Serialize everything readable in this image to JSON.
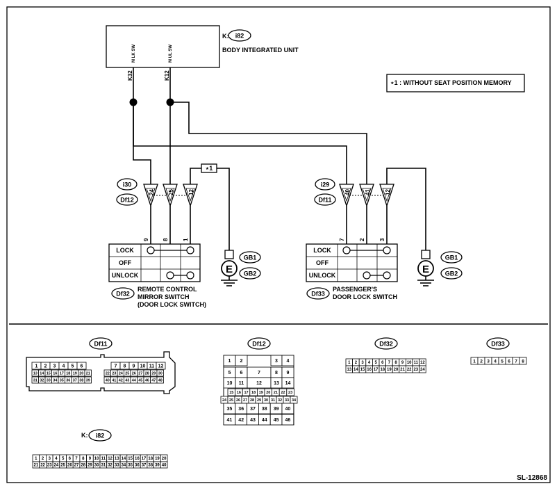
{
  "biu": {
    "code_prefix": "K:",
    "code": "i82",
    "name": "BODY INTEGRATED UNIT",
    "pin_a_label": "M LK SW",
    "pin_b_label": "M UL SW",
    "pin_a": "K32",
    "pin_b": "K12"
  },
  "legend": {
    "note": "⋆1  : WITHOUT SEAT POSITION MEMORY"
  },
  "fuse_mark": "⋆1",
  "left_connector": {
    "code_a": "i30",
    "code_b": "Df12",
    "pins": [
      "24",
      "25",
      "12"
    ]
  },
  "right_connector": {
    "code_a": "i29",
    "code_b": "Df11",
    "pins": [
      "40",
      "41",
      "12"
    ]
  },
  "left_switch": {
    "code": "Df32",
    "name_lines": [
      "REMOTE CONTROL",
      "MIRROR SWITCH",
      "(DOOR LOCK SWITCH)"
    ],
    "pins": [
      "9",
      "8",
      "1"
    ],
    "rows": [
      "LOCK",
      "OFF",
      "UNLOCK"
    ]
  },
  "right_switch": {
    "code": "Df33",
    "name_lines": [
      "PASSENGER'S",
      "DOOR LOCK SWITCH"
    ],
    "pins": [
      "7",
      "2",
      "3"
    ],
    "rows": [
      "LOCK",
      "OFF",
      "UNLOCK"
    ]
  },
  "grounds": {
    "ground_symbol": "E",
    "code_a": "GB1",
    "code_b": "GB2"
  },
  "connectors": {
    "df11": {
      "title": "Df11",
      "top_left": [
        "1",
        "2",
        "3",
        "4",
        "5",
        "6"
      ],
      "top_right": [
        "7",
        "8",
        "9",
        "10",
        "11",
        "12"
      ],
      "mid_left": [
        "13",
        "14",
        "15",
        "16",
        "17",
        "18",
        "19",
        "20",
        "21"
      ],
      "mid_right": [
        "22",
        "23",
        "24",
        "25",
        "26",
        "27",
        "28",
        "29",
        "30"
      ],
      "bot_left": [
        "31",
        "32",
        "33",
        "34",
        "35",
        "36",
        "37",
        "38",
        "39"
      ],
      "bot_right": [
        "40",
        "41",
        "42",
        "43",
        "44",
        "45",
        "46",
        "47",
        "48"
      ]
    },
    "df12": {
      "title": "Df12",
      "r1": [
        "1",
        "2",
        "3",
        "4"
      ],
      "r2": [
        "5",
        "6",
        "7",
        "8",
        "9"
      ],
      "r3": [
        "10",
        "11",
        "12",
        "13",
        "14"
      ],
      "r4": [
        "15",
        "16",
        "17",
        "18",
        "19",
        "20",
        "21",
        "22",
        "23"
      ],
      "r5": [
        "24",
        "25",
        "26",
        "27",
        "28",
        "29",
        "30",
        "31",
        "32",
        "33",
        "34"
      ],
      "r6": [
        "35",
        "36",
        "37",
        "38",
        "39",
        "40"
      ],
      "r7": [
        "41",
        "42",
        "43",
        "44",
        "45",
        "46"
      ]
    },
    "df32": {
      "title": "Df32",
      "top": [
        "1",
        "2",
        "3",
        "4",
        "5",
        "6",
        "7",
        "8",
        "9",
        "10",
        "11",
        "12"
      ],
      "bot": [
        "13",
        "14",
        "15",
        "16",
        "17",
        "18",
        "19",
        "20",
        "21",
        "22",
        "23",
        "24"
      ]
    },
    "df33": {
      "title": "Df33",
      "pins": [
        "1",
        "2",
        "3",
        "4",
        "5",
        "6",
        "7",
        "8"
      ]
    },
    "i82": {
      "prefix": "K:",
      "title": "i82",
      "top": [
        "1",
        "2",
        "3",
        "4",
        "5",
        "6",
        "7",
        "8",
        "9",
        "10",
        "11",
        "12",
        "13",
        "14",
        "15",
        "16",
        "17",
        "18",
        "19",
        "20"
      ],
      "bot": [
        "21",
        "22",
        "23",
        "24",
        "25",
        "26",
        "27",
        "28",
        "29",
        "30",
        "31",
        "32",
        "33",
        "34",
        "35",
        "36",
        "37",
        "38",
        "39",
        "40"
      ]
    }
  },
  "figure_id": "SL-12868"
}
